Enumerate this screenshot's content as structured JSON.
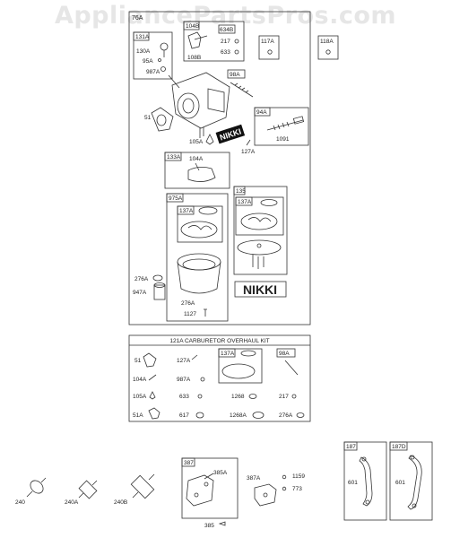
{
  "watermark": "AppliancePartsPros.com",
  "main_group": {
    "label": "76A",
    "callouts": {
      "c131A": "131A",
      "c130A": "130A",
      "c95A": "95A",
      "c987A": "987A",
      "c634B": "634B",
      "c217": "217",
      "c633": "633",
      "c108B": "108B",
      "c104B": "104B",
      "c117A": "117A",
      "c98A": "98A",
      "c94A": "94A",
      "c1091": "1091",
      "c51": "51",
      "c105A": "105A",
      "c127A": "127A",
      "c133A": "133A",
      "c104A": "104A",
      "c975A": "975A",
      "c137A": "137A",
      "c135": "135",
      "c137A_2": "137A",
      "c276A": "276A",
      "c947A": "947A",
      "c276A_2": "276A",
      "c1127": "1127"
    },
    "brand_label": "NIKKI",
    "brand_label_large": "NIKKI"
  },
  "single_118A": "118A",
  "kit": {
    "title": "121A CARBURETOR OVERHAUL KIT",
    "callouts": {
      "k51": "51",
      "k127A": "127A",
      "k137A": "137A",
      "k98A": "98A",
      "k104A": "104A",
      "k987A": "987A",
      "k105A": "105A",
      "k633": "633",
      "k1268": "1268",
      "k217": "217",
      "k51A": "51A",
      "k617": "617",
      "k1268A": "1268A",
      "k276A": "276A"
    }
  },
  "filters": {
    "f240": "240",
    "f240A": "240A",
    "f240B": "240B"
  },
  "pump_387": {
    "box": "387",
    "c385A": "385A",
    "c385": "385"
  },
  "pump_387A": {
    "c387A": "387A",
    "c1159": "1159",
    "c773": "773"
  },
  "bracket_187": {
    "box": "187",
    "c601": "601"
  },
  "bracket_187D": {
    "box": "187D",
    "c601": "601"
  },
  "colors": {
    "line": "#333333",
    "part_fill": "#ffffff",
    "shade": "#cfcfcf",
    "watermark": "#e6e6e6"
  }
}
